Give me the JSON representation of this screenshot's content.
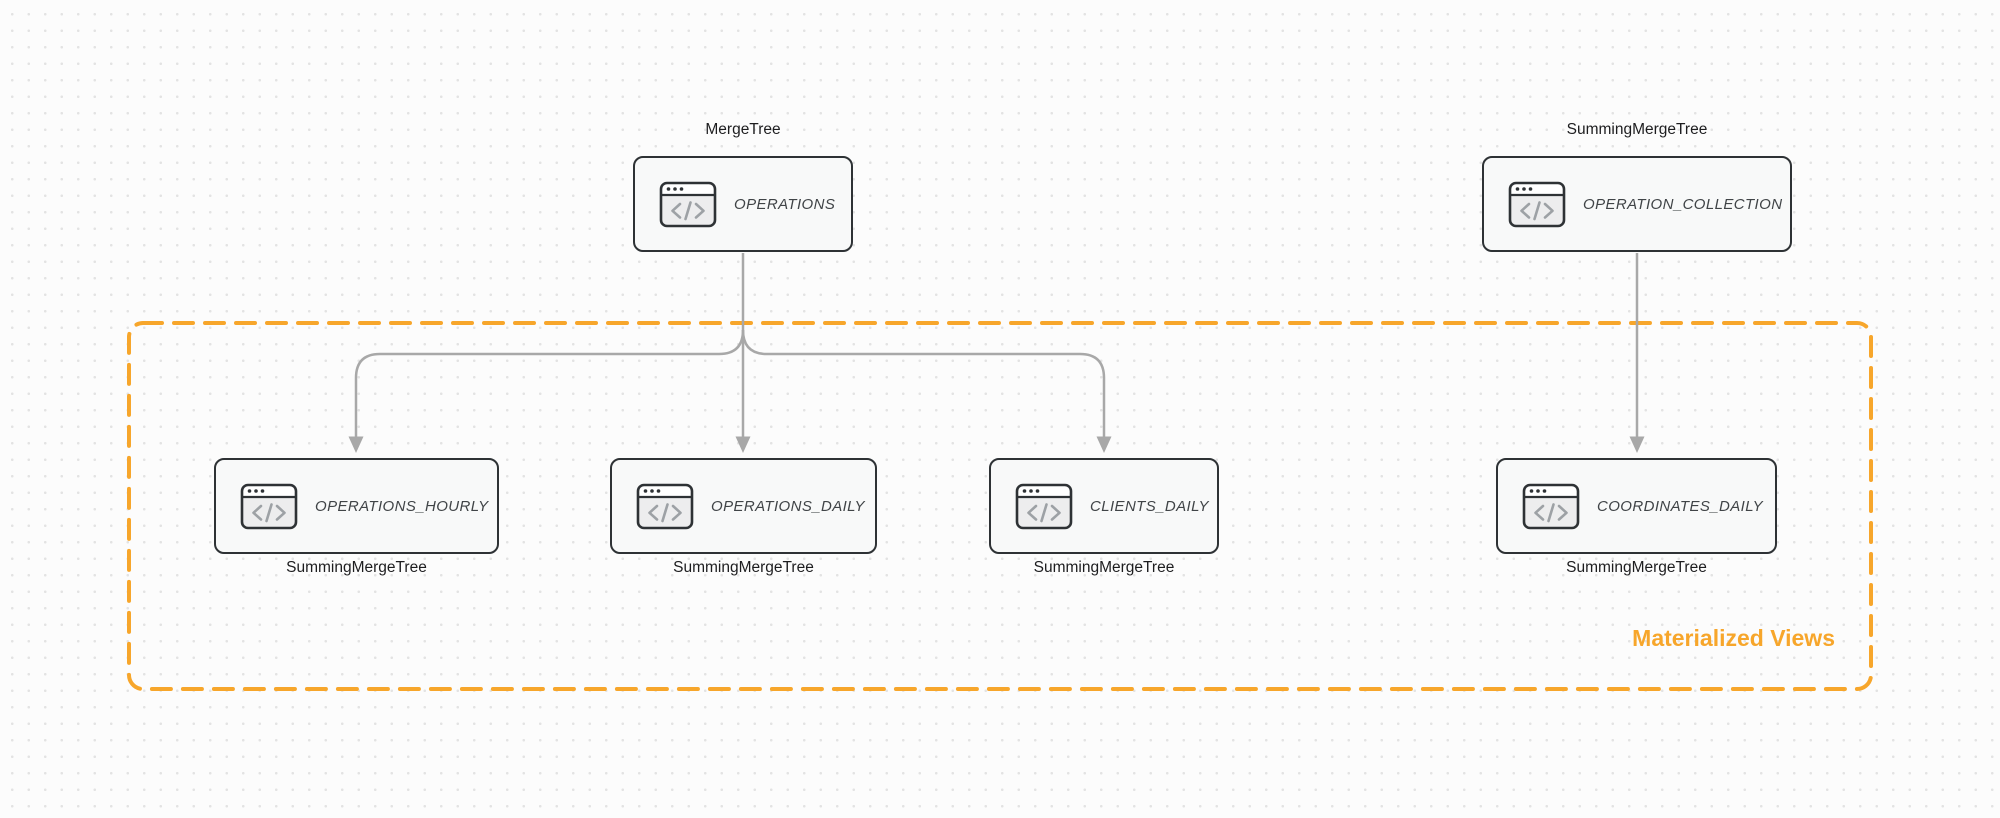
{
  "canvas": {
    "background_color": "#FCFCFC",
    "dot_color": "#E3E3E3"
  },
  "group": {
    "label": "Materialized Views",
    "border_style": "dashed",
    "color": "#F7A62B"
  },
  "nodes": {
    "operations": {
      "label": "OPERATIONS",
      "engine": "MergeTree",
      "engine_label_position": "top",
      "icon": "code-window-icon"
    },
    "operation_collection": {
      "label": "OPERATION_COLLECTION",
      "engine": "SummingMergeTree",
      "engine_label_position": "top",
      "icon": "code-window-icon"
    },
    "operations_hourly": {
      "label": "OPERATIONS_HOURLY",
      "engine": "SummingMergeTree",
      "engine_label_position": "bottom",
      "icon": "code-window-icon"
    },
    "operations_daily": {
      "label": "OPERATIONS_DAILY",
      "engine": "SummingMergeTree",
      "engine_label_position": "bottom",
      "icon": "code-window-icon"
    },
    "clients_daily": {
      "label": "CLIENTS_DAILY",
      "engine": "SummingMergeTree",
      "engine_label_position": "bottom",
      "icon": "code-window-icon"
    },
    "coordinates_daily": {
      "label": "COORDINATES_DAILY",
      "engine": "SummingMergeTree",
      "engine_label_position": "bottom",
      "icon": "code-window-icon"
    }
  },
  "edges": [
    {
      "from": "operations",
      "to": "operations_hourly"
    },
    {
      "from": "operations",
      "to": "operations_daily"
    },
    {
      "from": "operations",
      "to": "clients_daily"
    },
    {
      "from": "operation_collection",
      "to": "coordinates_daily"
    }
  ],
  "members_of_group": [
    "operations_hourly",
    "operations_daily",
    "clients_daily",
    "coordinates_daily"
  ],
  "colors": {
    "edge": "#A8A8A8",
    "node_border": "#2E3235",
    "node_fill": "#F8F9F9",
    "node_text": "#404447",
    "engine_text": "#1D1D1F",
    "group_orange": "#F7A62B"
  }
}
